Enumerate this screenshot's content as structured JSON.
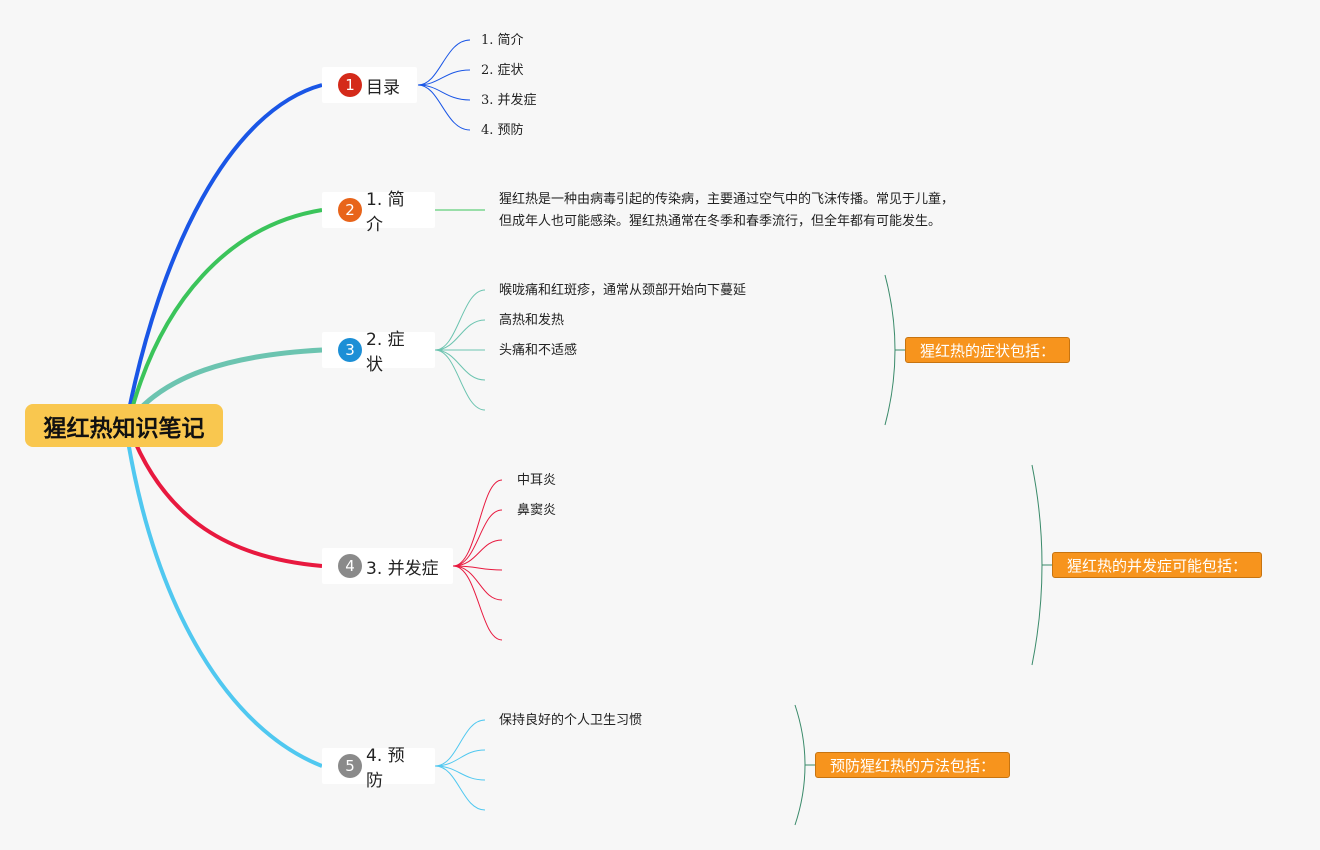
{
  "root": {
    "label": "猩红热知识笔记"
  },
  "branches": [
    {
      "number": "1",
      "label": "目录",
      "badge_color": "#d42a1a",
      "line_color": "#1a56e6",
      "children": [
        "1. 简介",
        "2. 症状",
        "3. 并发症",
        "4. 预防"
      ]
    },
    {
      "number": "2",
      "label": "1. 简介",
      "badge_color": "#e8641a",
      "line_color": "#3bc45b",
      "paragraph": [
        "猩红热是一种由病毒引起的传染病，主要通过空气中的飞沫传播。常见于儿童，",
        "但成年人也可能感染。猩红热通常在冬季和春季流行，但全年都有可能发生。"
      ]
    },
    {
      "number": "3",
      "label": "2. 症状",
      "badge_color": "#1c8fd6",
      "line_color": "#6cc4b0",
      "children": [
        "喉咙痛和红斑疹，通常从颈部开始向下蔓延",
        "高热和发热",
        "头痛和不适感"
      ],
      "summary": "猩红热的症状包括："
    },
    {
      "number": "4",
      "label": "3. 并发症",
      "badge_color": "#8a8a8a",
      "line_color": "#e8193f",
      "children": [
        "中耳炎",
        "鼻窦炎"
      ],
      "summary": "猩红热的并发症可能包括："
    },
    {
      "number": "5",
      "label": "4. 预防",
      "badge_color": "#8a8a8a",
      "line_color": "#50c8f0",
      "children": [
        "保持良好的个人卫生习惯"
      ],
      "summary": "预防猩红热的方法包括："
    }
  ],
  "colors": {
    "background": "#f7f7f7",
    "root_fill": "#f9c74f",
    "summary_fill": "#f7941d",
    "bracket": "#3a8a6a"
  }
}
